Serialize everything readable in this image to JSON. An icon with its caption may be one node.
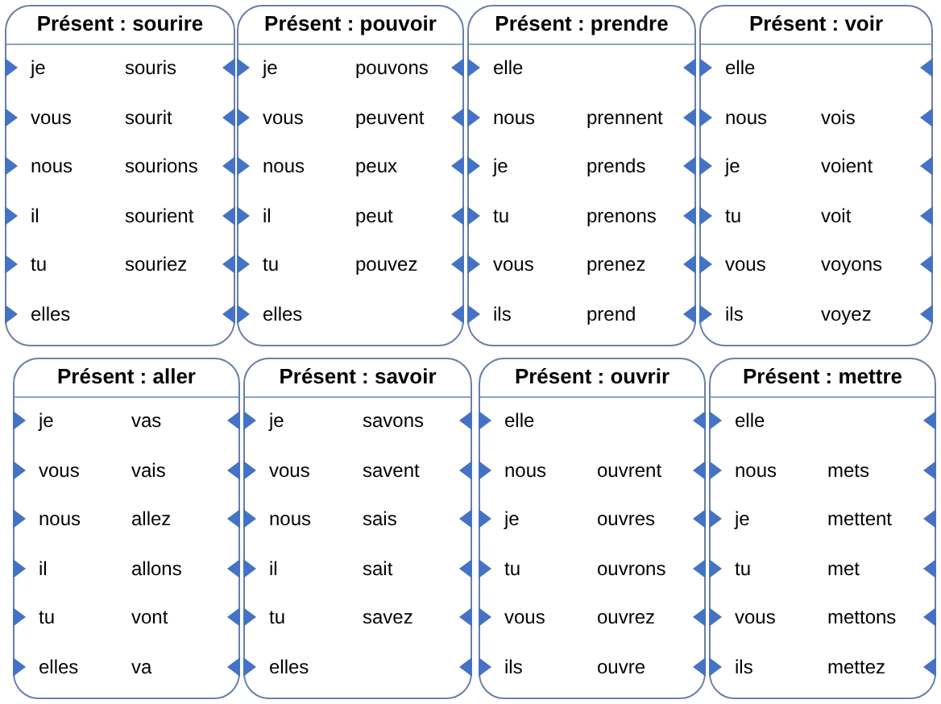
{
  "diagram": {
    "nodes": [
      {
        "text": [
          "Présent : sourire",
          "je",
          "souris",
          "vous",
          "sourit",
          "nous",
          "sourions",
          "il",
          "sourient",
          "tu",
          "souriez",
          "elles"
        ]
      },
      {
        "text": [
          "Présent : pouvoir",
          "je",
          "pouvons",
          "vous",
          "peuvent",
          "nous",
          "peux",
          "il",
          "peut",
          "tu",
          "pouvez",
          "elles"
        ]
      },
      {
        "text": [
          "Présent : prendre",
          "elle",
          "nous",
          "prennent",
          "je",
          "prends",
          "tu",
          "prenons",
          "vous",
          "prenez",
          "ils",
          "prend"
        ]
      },
      {
        "text": [
          "Présent : voir",
          "elle",
          "nous",
          "vois",
          "je",
          "voient",
          "tu",
          "voit",
          "vous",
          "voyons",
          "ils",
          "voyez"
        ]
      },
      {
        "text": [
          "Présent : aller",
          "je",
          "vas",
          "vous",
          "vais",
          "nous",
          "allez",
          "il",
          "allons",
          "tu",
          "vont",
          "elles",
          "va"
        ]
      },
      {
        "text": [
          "Présent : savoir",
          "je",
          "savons",
          "vous",
          "savent",
          "nous",
          "sais",
          "il",
          "sait",
          "tu",
          "savez",
          "elles"
        ]
      },
      {
        "text": [
          "Présent : ouvrir",
          "elle",
          "nous",
          "ouvrent",
          "je",
          "ouvres",
          "tu",
          "ouvrons",
          "vous",
          "ouvrez",
          "ils",
          "ouvre"
        ]
      },
      {
        "text": [
          "Présent : mettre",
          "elle",
          "nous",
          "mets",
          "je",
          "mettent",
          "tu",
          "met",
          "vous",
          "mettons",
          "ils",
          "mettez"
        ]
      }
    ]
  }
}
